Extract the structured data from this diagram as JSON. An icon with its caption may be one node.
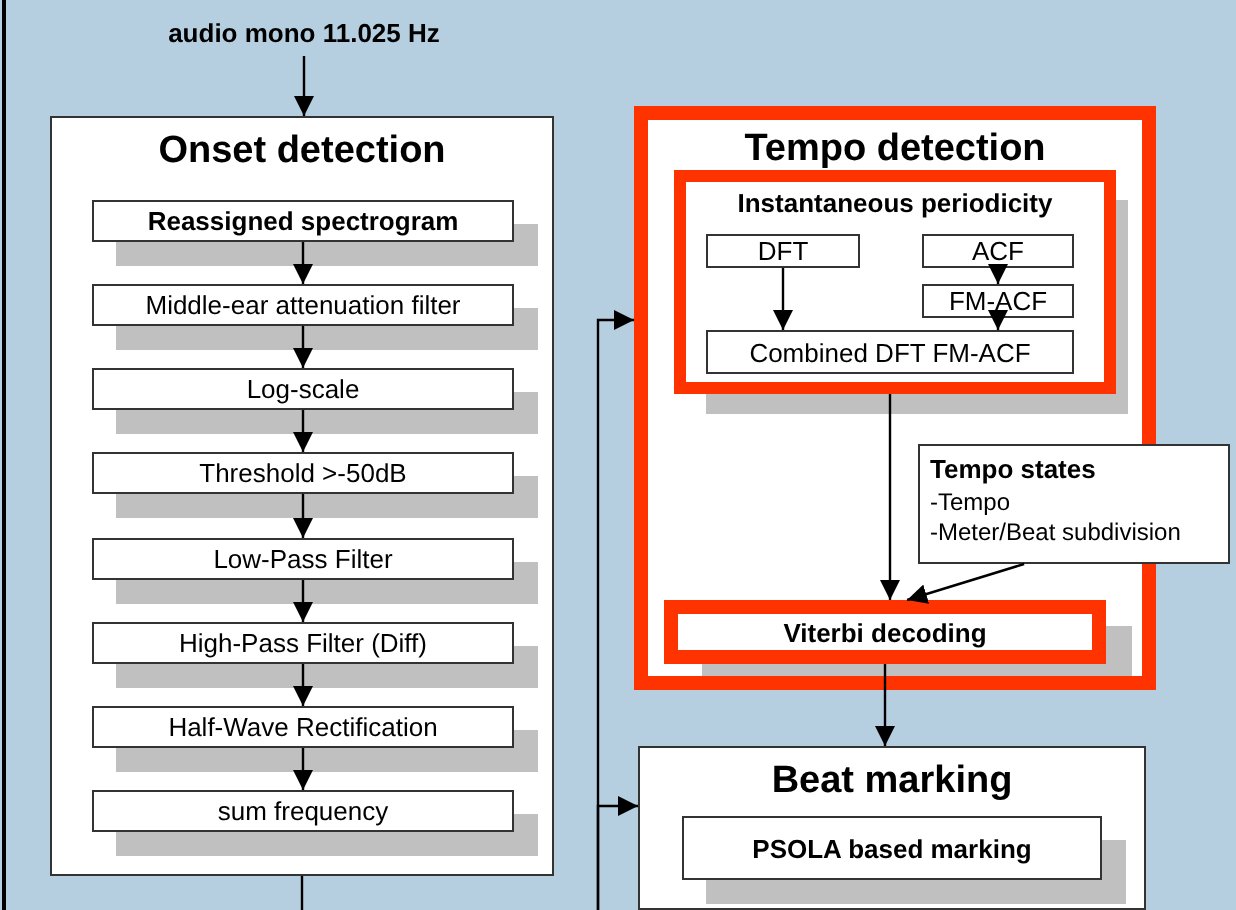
{
  "diagram": {
    "nodes": [
      {
        "text": [
          "audio mono 11.025 Hz"
        ]
      },
      {
        "text": [
          "Onset detection"
        ]
      },
      {
        "text": [
          "Reassigned spectrogram"
        ],
        "in": 1
      },
      {
        "text": [
          "Middle-ear attenuation filter"
        ],
        "in": 1
      },
      {
        "text": [
          "Log-scale"
        ],
        "in": 1
      },
      {
        "text": [
          "Threshold >-50dB"
        ],
        "in": 1
      },
      {
        "text": [
          "Low-Pass Filter"
        ],
        "in": 1
      },
      {
        "text": [
          "High-Pass Filter (Diff)"
        ],
        "in": 1
      },
      {
        "text": [
          "Half-Wave Rectification"
        ],
        "in": 1
      },
      {
        "text": [
          "sum frequency"
        ],
        "in": 1
      },
      {
        "text": [
          "Tempo detection"
        ]
      },
      {
        "text": [
          "Instantaneous periodicity"
        ],
        "in": 10
      },
      {
        "text": [
          "DFT"
        ],
        "in": 11
      },
      {
        "text": [
          "ACF"
        ],
        "in": 11
      },
      {
        "text": [
          "FM-ACF"
        ],
        "in": 11
      },
      {
        "text": [
          "Combined DFT FM-ACF"
        ],
        "in": 11
      },
      {
        "text": [
          "Tempo states",
          "-Tempo",
          "-Meter/Beat subdivision"
        ]
      },
      {
        "text": [
          "Viterbi decoding"
        ],
        "in": 10
      },
      {
        "text": [
          "Beat marking"
        ]
      },
      {
        "text": [
          "PSOLA based marking"
        ],
        "in": 18
      }
    ],
    "edges": [
      {
        "from": 0,
        "to": 1,
        "arrow": "to"
      },
      {
        "from": 2,
        "to": 3,
        "arrow": "to"
      },
      {
        "from": 3,
        "to": 4,
        "arrow": "to"
      },
      {
        "from": 4,
        "to": 5,
        "arrow": "to"
      },
      {
        "from": 5,
        "to": 6,
        "arrow": "to"
      },
      {
        "from": 6,
        "to": 7,
        "arrow": "to"
      },
      {
        "from": 7,
        "to": 8,
        "arrow": "to"
      },
      {
        "from": 8,
        "to": 9,
        "arrow": "to"
      },
      {
        "from": 12,
        "to": 15,
        "arrow": "to"
      },
      {
        "from": 13,
        "to": 14,
        "arrow": "to"
      },
      {
        "from": 14,
        "to": 15,
        "arrow": "to"
      },
      {
        "from": 11,
        "to": 17,
        "arrow": "to"
      },
      {
        "from": 16,
        "to": 17,
        "arrow": "to"
      },
      {
        "from": 17,
        "to": 18,
        "arrow": "to"
      },
      {
        "from": 1,
        "to": null,
        "arrow": "none"
      },
      {
        "from": null,
        "to": 10,
        "arrow": "to"
      },
      {
        "from": null,
        "to": 18,
        "arrow": "to"
      }
    ]
  }
}
